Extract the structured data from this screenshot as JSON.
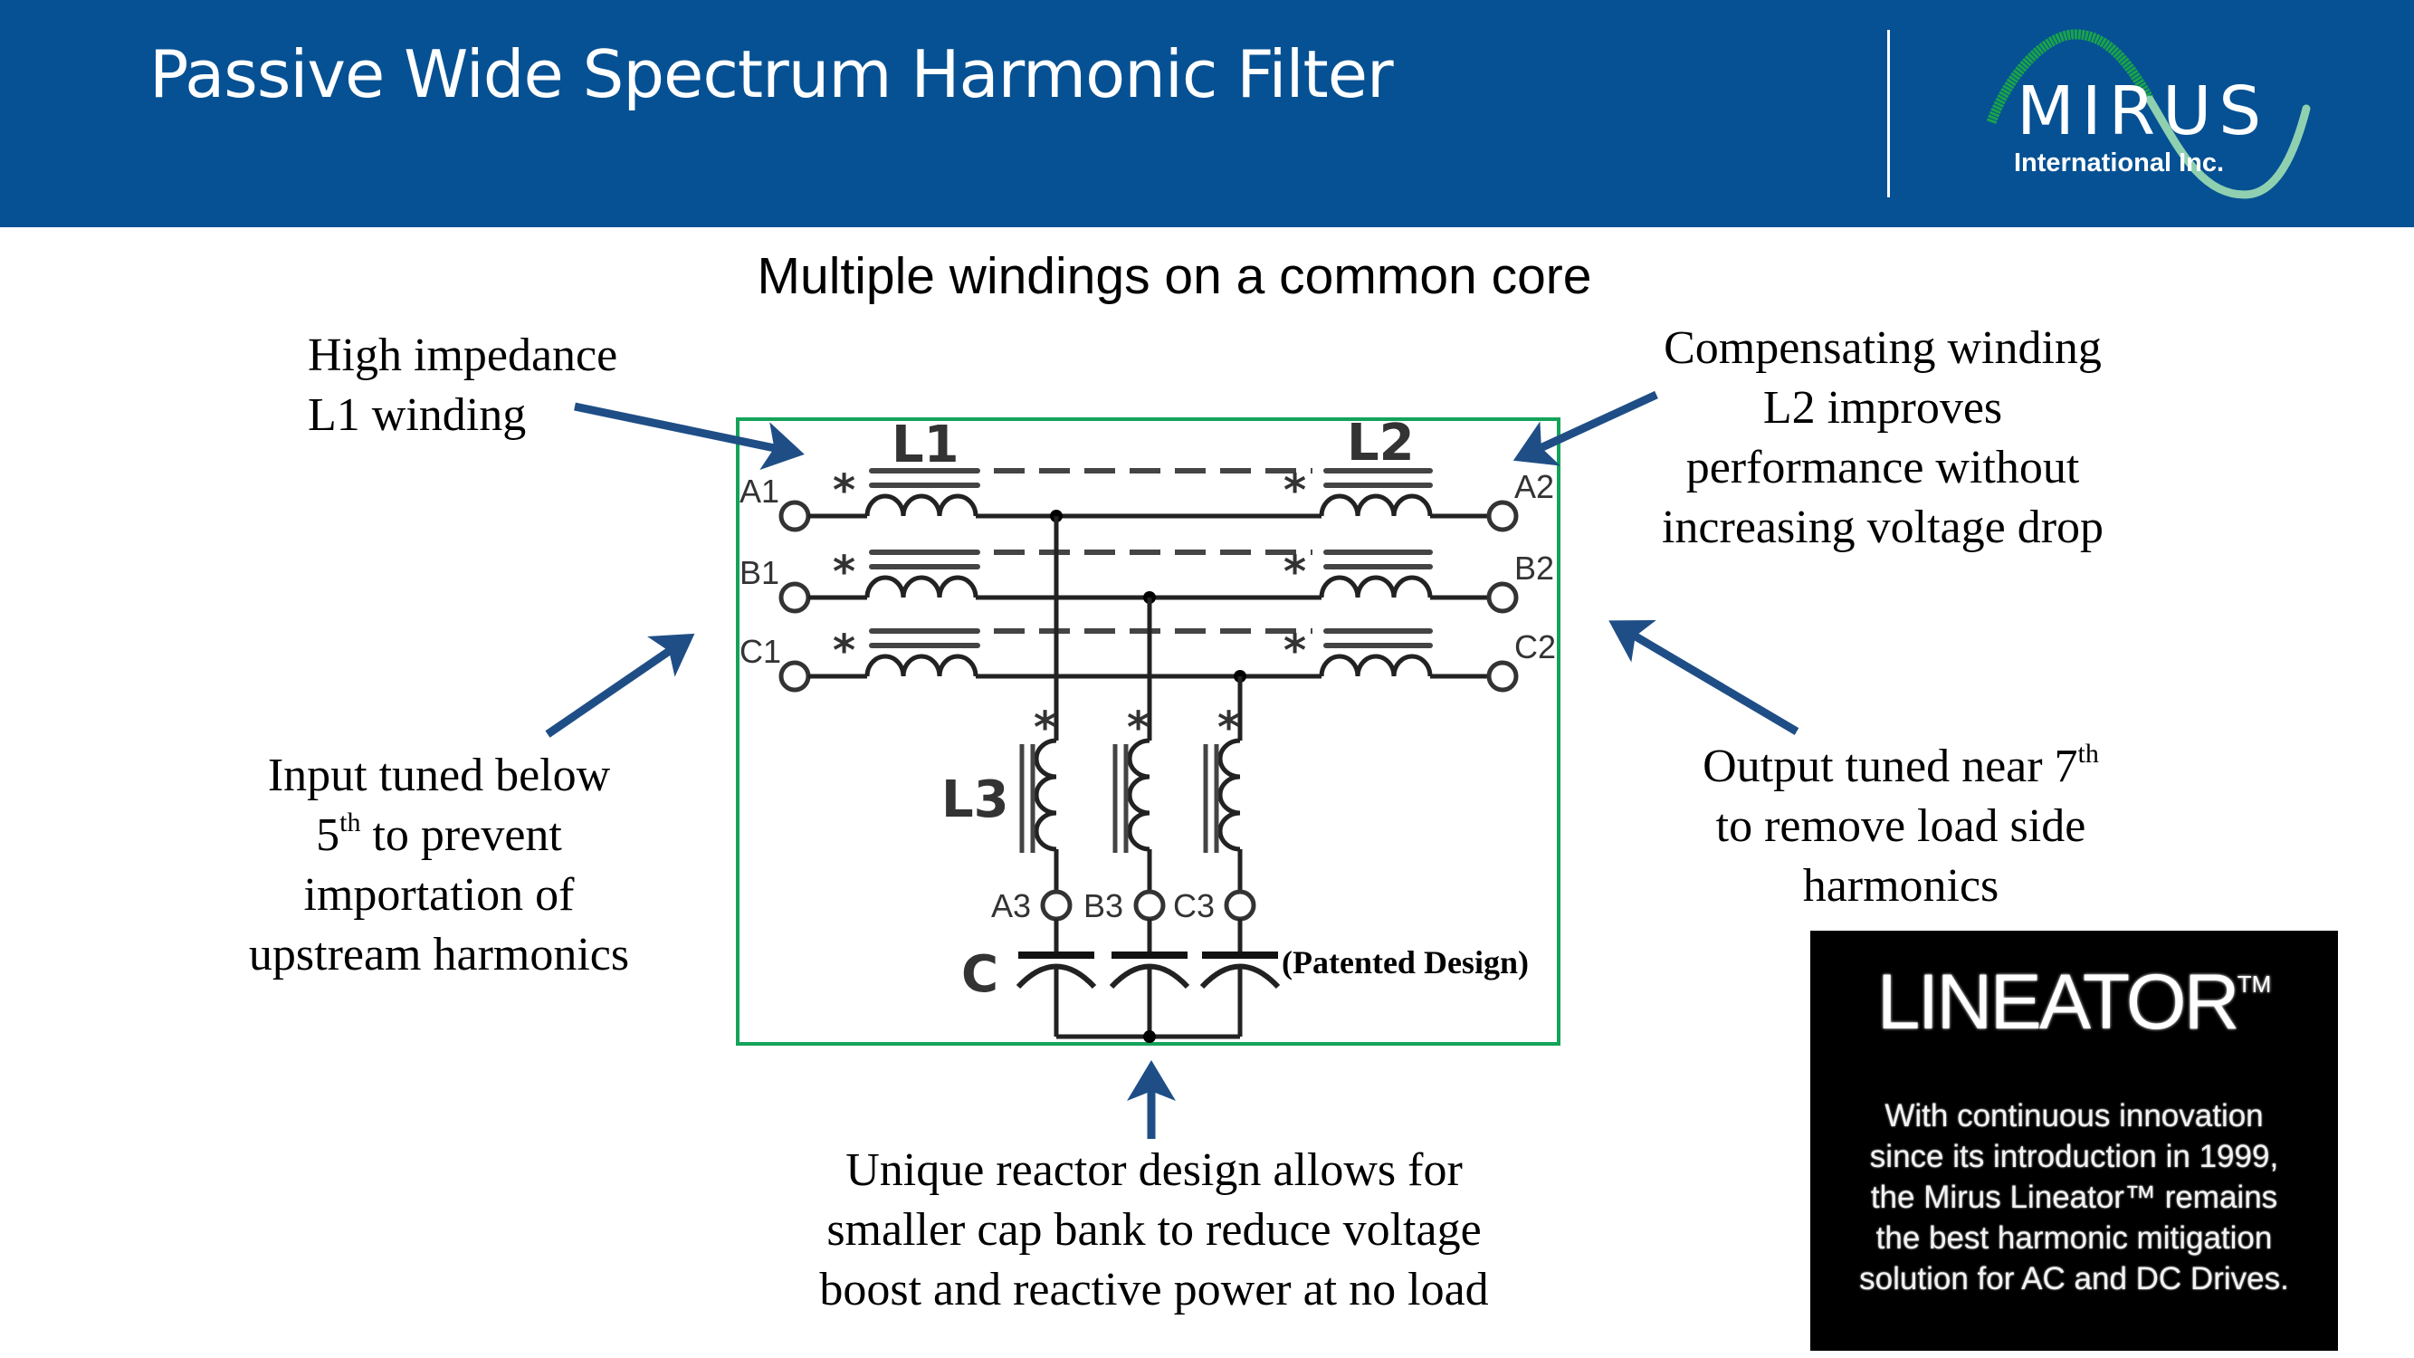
{
  "header": {
    "title": "Passive Wide Spectrum Harmonic Filter",
    "background_color": "#065193",
    "logo": {
      "name": "MIRUS",
      "subtitle": "International Inc.",
      "wave_colors": [
        "#1aa34a",
        "#8fd0b0"
      ]
    }
  },
  "subtitle": "Multiple windings on a common core",
  "annotations": {
    "left_top": [
      "High impedance",
      "L1 winding"
    ],
    "right_top": [
      "Compensating winding",
      "L2 improves",
      "performance without",
      "increasing voltage drop"
    ],
    "left_bottom": {
      "line1": "Input tuned below",
      "line2_num": "5",
      "line2_sup": "th",
      "line2_rest": " to prevent",
      "line3": "importation of",
      "line4": "upstream harmonics"
    },
    "right_bottom": {
      "line1_pre": "Output tuned near 7",
      "line1_sup": "th",
      "line2": "to remove load side",
      "line3": "harmonics"
    },
    "bottom": [
      "Unique reactor design allows for",
      "smaller cap bank to reduce voltage",
      "boost and reactive power at no load"
    ],
    "arrow_color": "#1f4e86"
  },
  "schematic": {
    "border_color": "#14a35a",
    "labels": {
      "l1": "L1",
      "l2": "L2",
      "l3": "L3",
      "c": "C",
      "patented": "(Patented Design)"
    },
    "input_terminals": [
      "A1",
      "B1",
      "C1"
    ],
    "output_terminals": [
      "A2",
      "B2",
      "C2"
    ],
    "branch_terminals": [
      "A3",
      "B3",
      "C3"
    ],
    "polarity_mark": "*"
  },
  "lineator": {
    "title": "LINEATOR",
    "title_mark": "TM",
    "body": [
      "With continuous innovation",
      "since its introduction in 1999,",
      "the Mirus Lineator™ remains",
      "the best harmonic mitigation",
      "solution for AC and DC Drives."
    ]
  }
}
